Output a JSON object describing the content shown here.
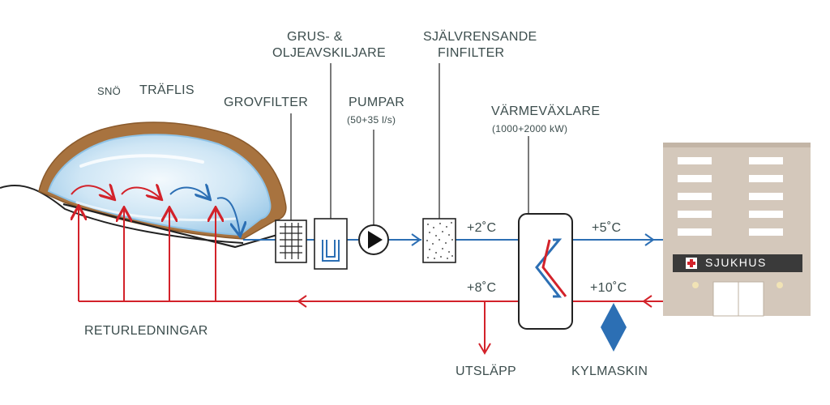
{
  "labels": {
    "sno": "SNÖ",
    "traflis": "TRÄFLIS",
    "grovfilter": "GROVFILTER",
    "grus_line1": "GRUS- &",
    "grus_line2": "OLJEAVSKILJARE",
    "pumpar": "PUMPAR",
    "pumpar_sub": "(50+35 l/s)",
    "sjalv_line1": "SJÄLVRENSANDE",
    "sjalv_line2": "FINFILTER",
    "varme": "VÄRMEVÄXLARE",
    "varme_sub": "(1000+2000 kW)",
    "returledningar": "RETURLEDNINGAR",
    "utslapp": "UTSLÄPP",
    "kylmaskin": "KYLMASKIN",
    "sjukhus": "SJUKHUS"
  },
  "temperatures": {
    "t_plus2": "+2˚C",
    "t_plus5": "+5˚C",
    "t_plus8": "+8˚C",
    "t_plus10": "+10˚C"
  },
  "colors": {
    "cold_flow": "#2c6fb4",
    "warm_flow": "#d3222a",
    "woodchip": "#a8733f",
    "snow": "#d6ebf7",
    "building": "#d4c8bb",
    "text": "#3c4d4d"
  }
}
